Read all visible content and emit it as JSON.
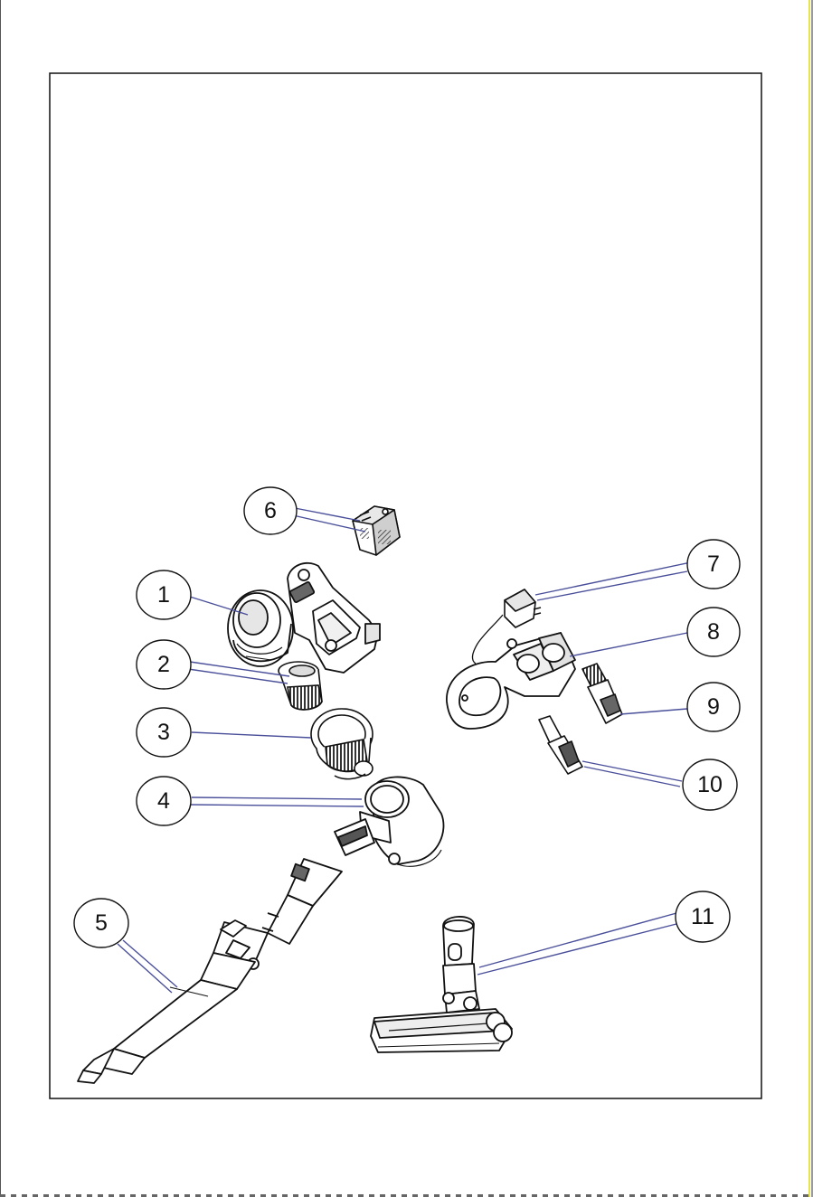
{
  "callouts": [
    {
      "id": "1",
      "label": "1"
    },
    {
      "id": "2",
      "label": "2"
    },
    {
      "id": "3",
      "label": "3"
    },
    {
      "id": "4",
      "label": "4"
    },
    {
      "id": "5",
      "label": "5"
    },
    {
      "id": "6",
      "label": "6"
    },
    {
      "id": "7",
      "label": "7"
    },
    {
      "id": "8",
      "label": "8"
    },
    {
      "id": "9",
      "label": "9"
    },
    {
      "id": "10",
      "label": "10"
    },
    {
      "id": "11",
      "label": "11"
    }
  ],
  "colors": {
    "line": "#111111",
    "leader": "#4a4f9a",
    "part_fill": "#ffffff",
    "part_shade": "#d8d8d8",
    "dark_detail": "#3a3a3a"
  }
}
